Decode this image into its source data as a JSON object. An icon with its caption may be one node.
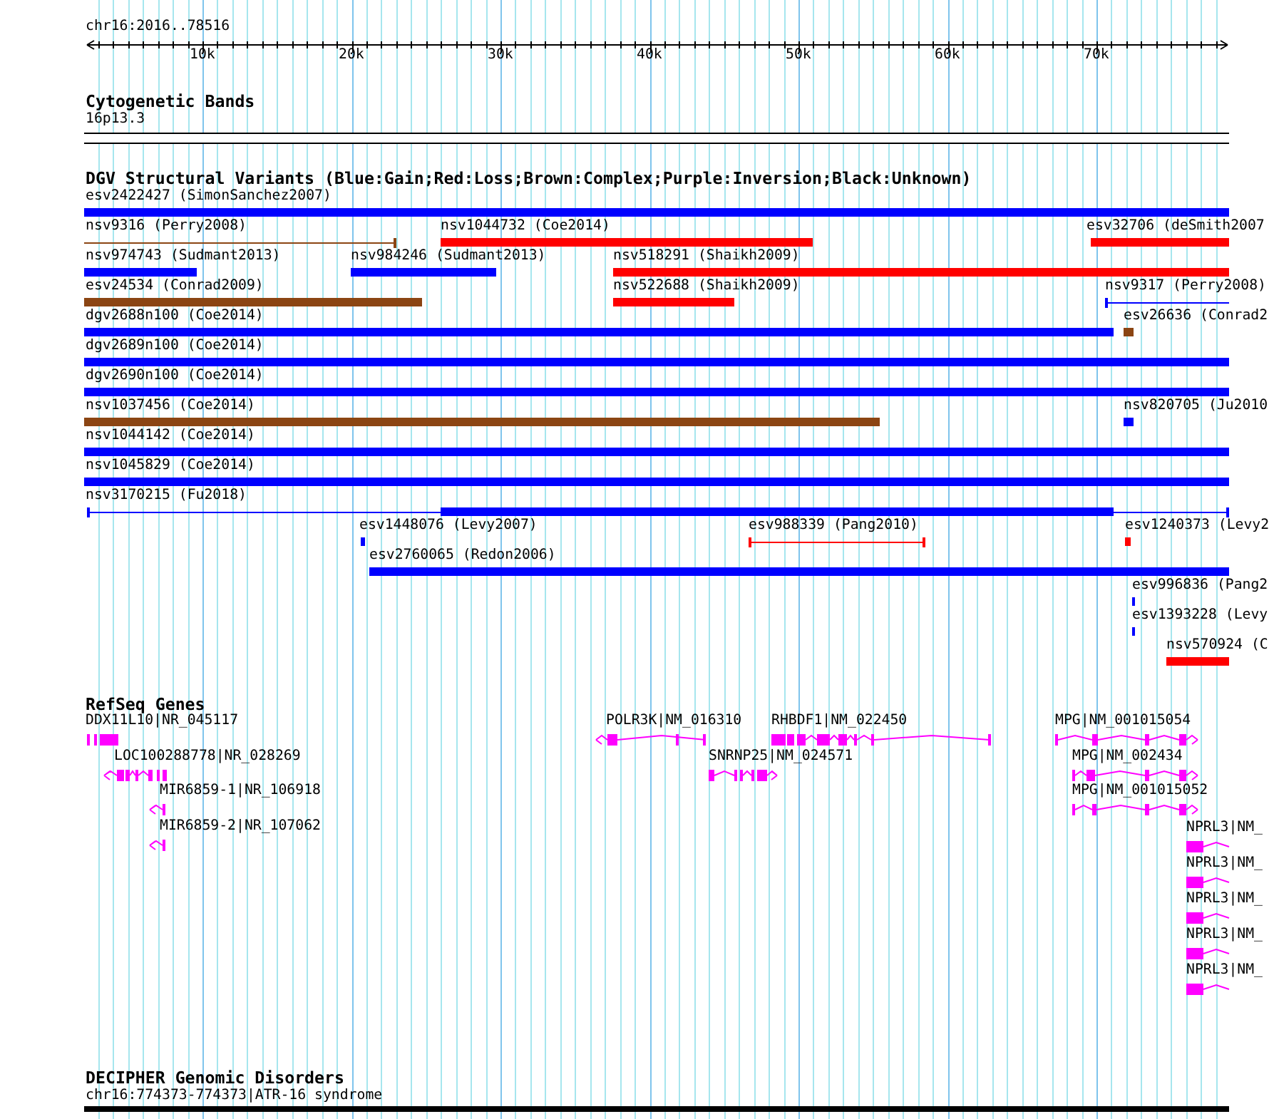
{
  "diagram": {
    "labels": [
      "chr16:2016..78516",
      "10k",
      "20k",
      "30k",
      "40k",
      "50k",
      "60k",
      "70k",
      "Cytogenetic Bands",
      "16p13.3",
      "DGV Structural Variants (Blue:Gain;Red:Loss;Brown:Complex;Purple:Inversion;Black:Unknown)",
      "esv2422427 (SimonSanchez2007)",
      "nsv9316 (Perry2008)",
      "nsv1044732 (Coe2014)",
      "esv32706 (deSmith2007",
      "nsv974743 (Sudmant2013)",
      "nsv984246 (Sudmant2013)",
      "nsv518291 (Shaikh2009)",
      "esv24534 (Conrad2009)",
      "nsv522688 (Shaikh2009)",
      "nsv9317 (Perry2008)",
      "dgv2688n100 (Coe2014)",
      "esv26636 (Conrad2",
      "dgv2689n100 (Coe2014)",
      "dgv2690n100 (Coe2014)",
      "nsv1037456 (Coe2014)",
      "nsv820705 (Ju2010",
      "nsv1044142 (Coe2014)",
      "nsv1045829 (Coe2014)",
      "nsv3170215 (Fu2018)",
      "esv1448076 (Levy2007)",
      "esv988339 (Pang2010)",
      "esv1240373 (Levy2",
      "esv2760065 (Redon2006)",
      "esv996836 (Pang2",
      "esv1393228 (Levy",
      "nsv570924 (C",
      "RefSeq Genes",
      "DDX11L10|NR_045117",
      "POLR3K|NM_016310",
      "RHBDF1|NM_022450",
      "MPG|NM_001015054",
      "LOC100288778|NR_028269",
      "SNRNP25|NM_024571",
      "MPG|NM_002434",
      "MIR6859-1|NR_106918",
      "MPG|NM_001015052",
      "MIR6859-2|NR_107062",
      "NPRL3|NM_",
      "NPRL3|NM_",
      "NPRL3|NM_",
      "NPRL3|NM_",
      "NPRL3|NM_",
      "DECIPHER Genomic Disorders",
      "chr16:774373-774373|ATR-16 syndrome"
    ]
  }
}
